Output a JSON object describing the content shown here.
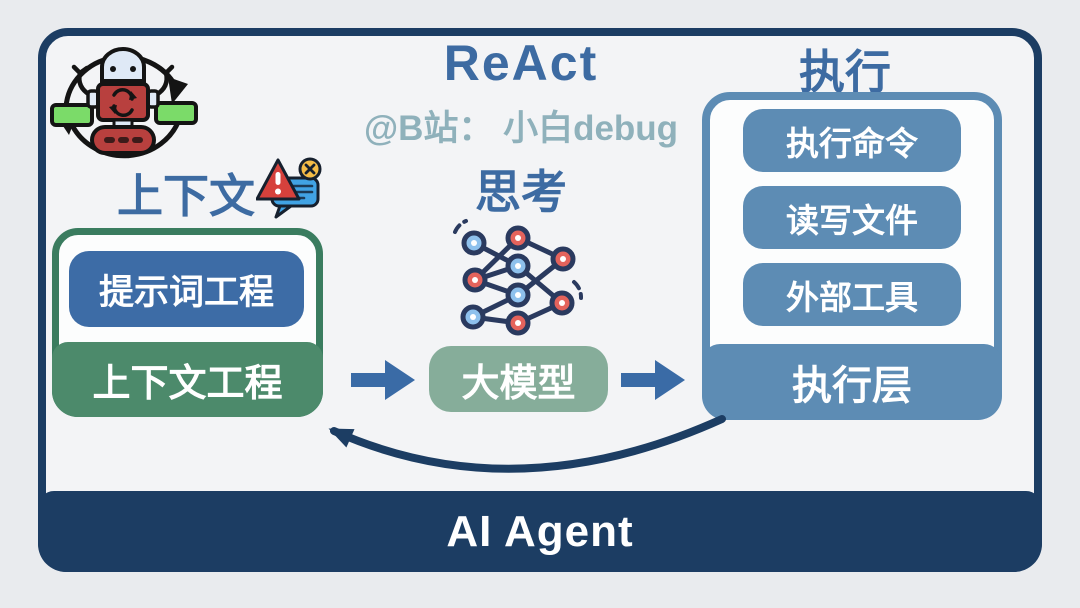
{
  "header": {
    "react_title": "ReAct",
    "subtitle": "@B站： 小白debug"
  },
  "context": {
    "heading": "上下文",
    "items": [
      "提示词工程"
    ],
    "footer": "上下文工程"
  },
  "think": {
    "heading": "思考",
    "model_label": "大模型"
  },
  "execute": {
    "heading": "执行",
    "items": [
      "执行命令",
      "读写文件",
      "外部工具"
    ],
    "footer": "执行层"
  },
  "footer": {
    "label": "AI Agent"
  },
  "icons": {
    "robot": "robot-cycle-icon",
    "context_alert": "warning-chat-icon",
    "neural": "neural-network-icon",
    "flow_arrows": "arrow-right-icon",
    "feedback": "return-arrow-icon"
  },
  "colors": {
    "page_background": "#e9ebee",
    "frame_background": "#f3f4f6",
    "navy": "#1c3d63",
    "heading_blue": "#3d6ba2",
    "subtitle_gray_blue": "#8fb1bb",
    "arrow_blue": "#3a6ba6",
    "context_item_blue": "#3d6ca6",
    "context_border_green": "#3a7c5f",
    "context_footer_green": "#4c8a6b",
    "model_sage_green": "#86ad9a",
    "execution_steel_blue": "#5d8cb4",
    "node_red": "#e4635c",
    "node_blue": "#8ec1ed",
    "label_text_white": "#ffffff"
  }
}
